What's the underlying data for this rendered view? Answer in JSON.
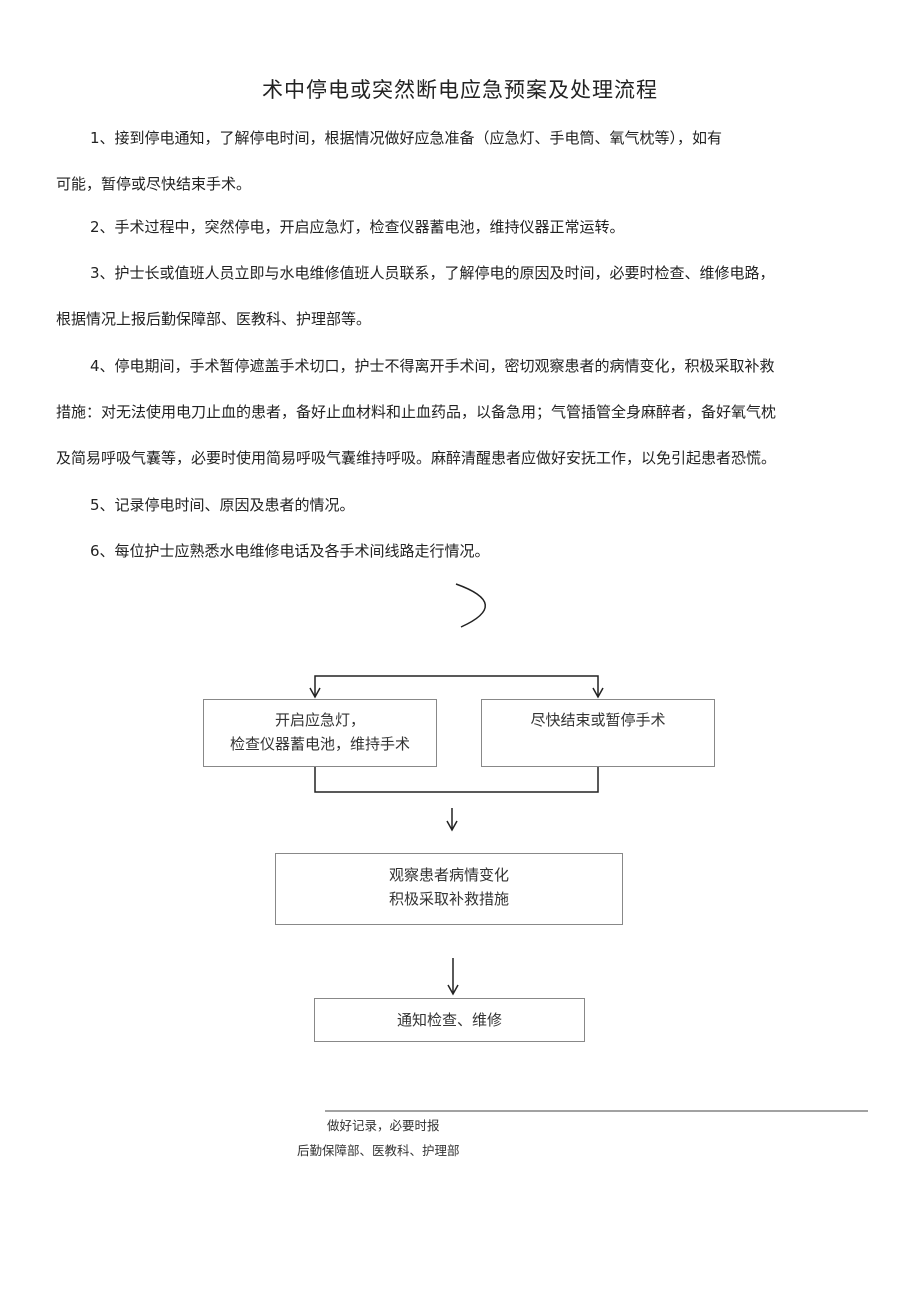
{
  "title": "术中停电或突然断电应急预案及处理流程",
  "paragraphs": {
    "p1": {
      "line1": "1、接到停电通知，了解停电时间，根据情况做好应急准备（应急灯、手电筒、氧气枕等），如有",
      "line2": "可能，暂停或尽快结束手术。"
    },
    "p2": {
      "line1": "2、手术过程中，突然停电，开启应急灯，检查仪器蓄电池，维持仪器正常运转。"
    },
    "p3": {
      "line1": "3、护士长或值班人员立即与水电维修值班人员联系，了解停电的原因及时间，必要时检查、维修电路，",
      "line2": "根据情况上报后勤保障部、医教科、护理部等。"
    },
    "p4": {
      "line1": "4、停电期间，手术暂停遮盖手术切口，护士不得离开手术间，密切观察患者的病情变化，积极采取补救",
      "line2": "措施：对无法使用电刀止血的患者，备好止血材料和止血药品，以备急用；气管插管全身麻醉者，备好氧气枕",
      "line3": "及简易呼吸气囊等，必要时使用简易呼吸气囊维持呼吸。麻醉清醒患者应做好安抚工作，以免引起患者恐慌。"
    },
    "p5": {
      "line1": "5、记录停电时间、原因及患者的情况。"
    },
    "p6": {
      "line1": "6、每位护士应熟悉水电维修电话及各手术间线路走行情况。"
    }
  },
  "flowchart": {
    "box1": {
      "line1": "开启应急灯，",
      "line2": "检查仪器蓄电池，维持手术"
    },
    "box2": {
      "line1": "尽快结束或暂停手术"
    },
    "box3": {
      "line1": "观察患者病情变化",
      "line2": "积极采取补救措施"
    },
    "box4": {
      "line1": "通知检查、维修"
    }
  },
  "notes": {
    "note1": "做好记录，必要时报",
    "note2": "后勤保障部、医教科、护理部"
  },
  "colors": {
    "text": "#222222",
    "box_border": "#888888",
    "line": "#222222"
  }
}
